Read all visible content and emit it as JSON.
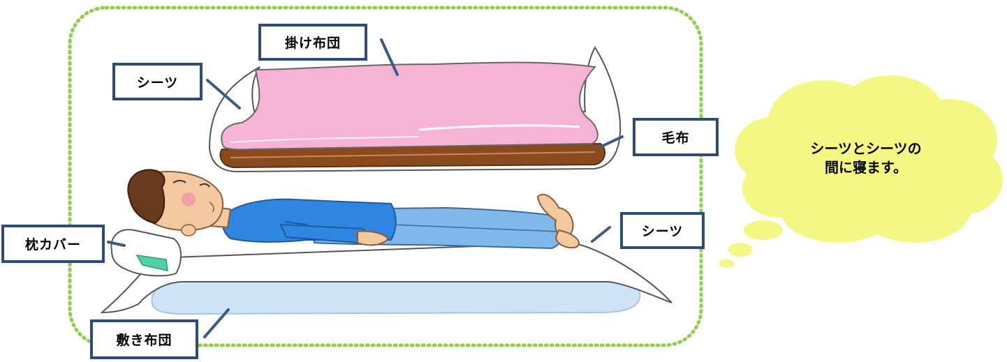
{
  "labels": {
    "kakebuton": "掛け布団",
    "sheet_top": "シーツ",
    "moufu": "毛布",
    "pillow_cover": "枕カバー",
    "sheet_bottom": "シーツ",
    "shikibuton": "敷き布団"
  },
  "bubble": {
    "line1": "シーツとシーツの",
    "line2": "間に寝ます。"
  },
  "colors": {
    "frame_dots": "#8fcf4a",
    "label_border": "#2f4b79",
    "leader_line": "#3d5a86",
    "comforter": "#f7b3d6",
    "blanket": "#8b4a1e",
    "mattress": "#cfe3f7",
    "shirt": "#2e86e0",
    "pants": "#7fb8ea",
    "bubble": "#f4f782"
  }
}
